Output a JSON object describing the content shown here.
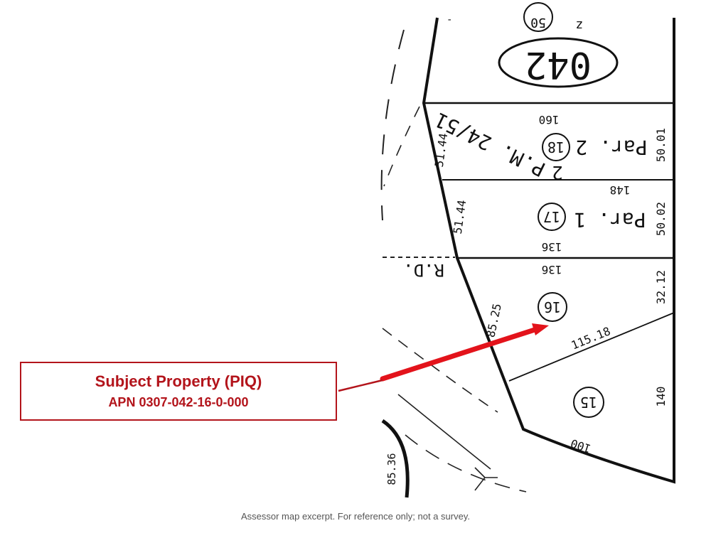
{
  "map": {
    "book_number": "042",
    "top_parcel": "50",
    "top_mark": "z",
    "parcel_map_ref": "P.M. 24/51",
    "parcel_2_label": "Par. 2",
    "parcel_1_label": "Par. 1",
    "road_label": "R.D.",
    "parcels": {
      "p18": "18",
      "p17": "17",
      "p16": "16",
      "p15": "15"
    },
    "dimensions": {
      "d160": "160",
      "d148": "148",
      "d136_upper": "136",
      "d136_lower": "136",
      "d5001": "50.01",
      "d5002": "50.02",
      "d3212": "32.12",
      "d140": "140",
      "d11518": "115.18",
      "d5144_upper": "51.44",
      "d5144_lower": "51.44",
      "d8525": "85.25",
      "d100": "100",
      "d8536": "85.36"
    }
  },
  "callout": {
    "title": "Subject Property (PIQ)",
    "apn": "APN 0307-042-16-0-000",
    "color": "#b3141b"
  },
  "footer": {
    "note": "Assessor map excerpt. For reference only; not a survey."
  }
}
